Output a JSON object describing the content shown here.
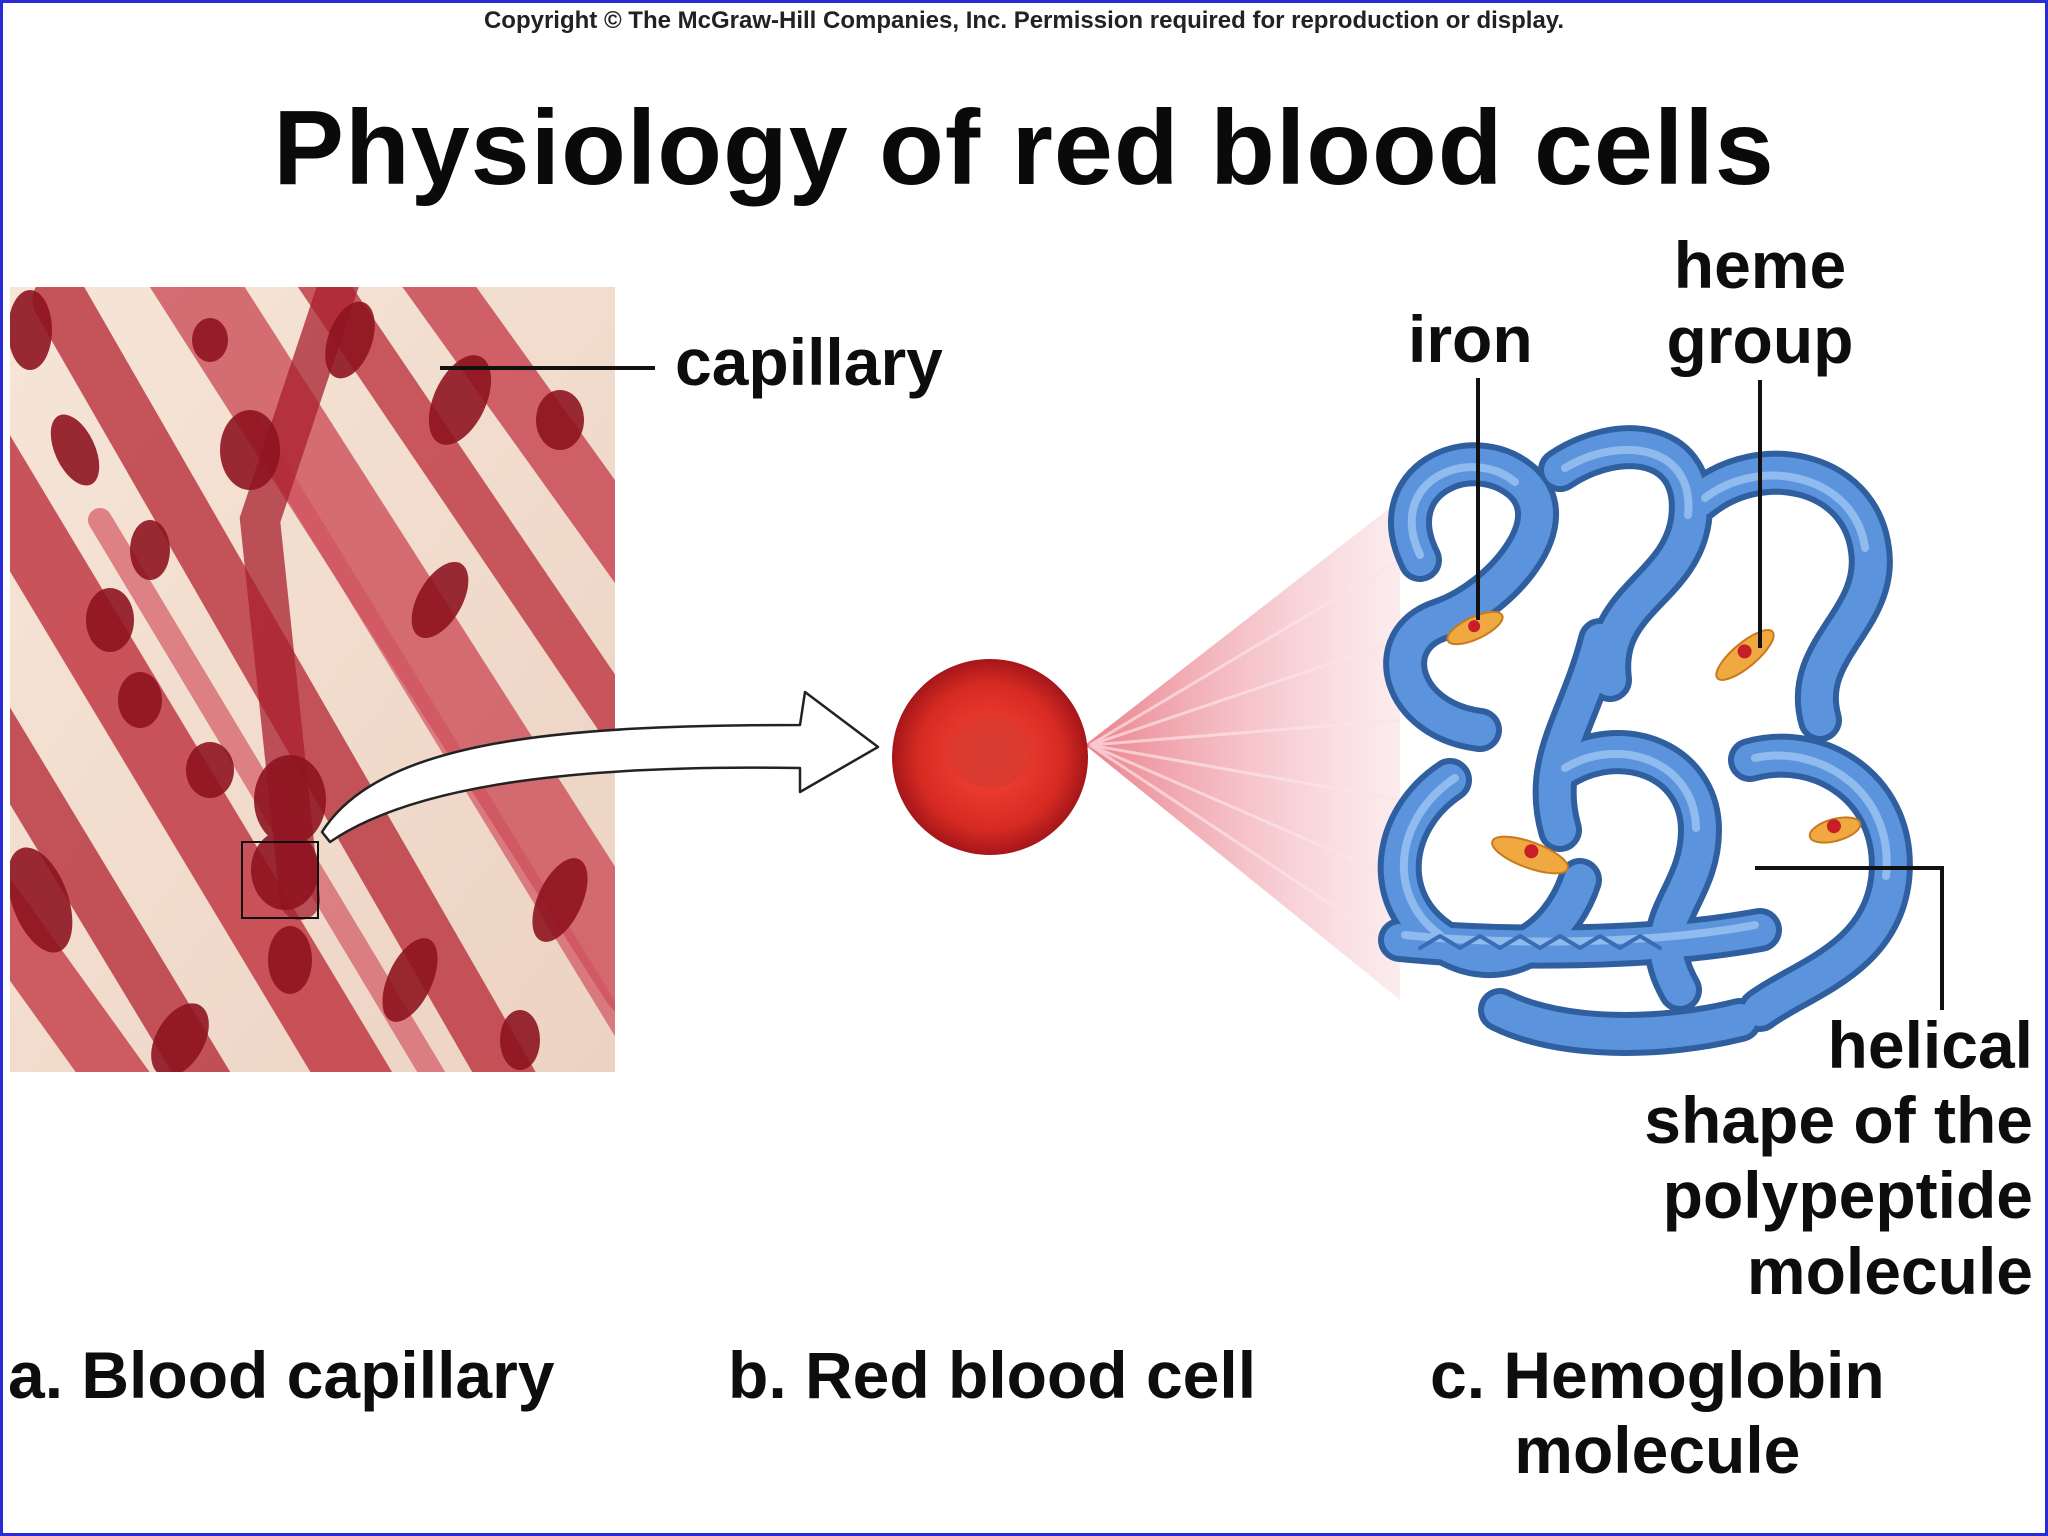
{
  "copyright": "Copyright © The McGraw-Hill Companies, Inc. Permission required for reproduction or display.",
  "title": "Physiology of red blood cells",
  "labels": {
    "capillary": "capillary",
    "iron": "iron",
    "heme_group_line1": "heme",
    "heme_group_line2": "group",
    "helical_line1": "helical",
    "helical_line2": "shape of the",
    "helical_line3": "polypeptide",
    "helical_line4": "molecule"
  },
  "captions": {
    "a": "a. Blood capillary",
    "b": "b. Red blood cell",
    "c_line1": "c. Hemoglobin",
    "c_line2": "molecule"
  },
  "colors": {
    "blood_red": "#c4202a",
    "tissue_pink": "#f3ddd0",
    "hemoglobin_blue": "#4f86cf",
    "heme_orange": "#f0a940"
  }
}
